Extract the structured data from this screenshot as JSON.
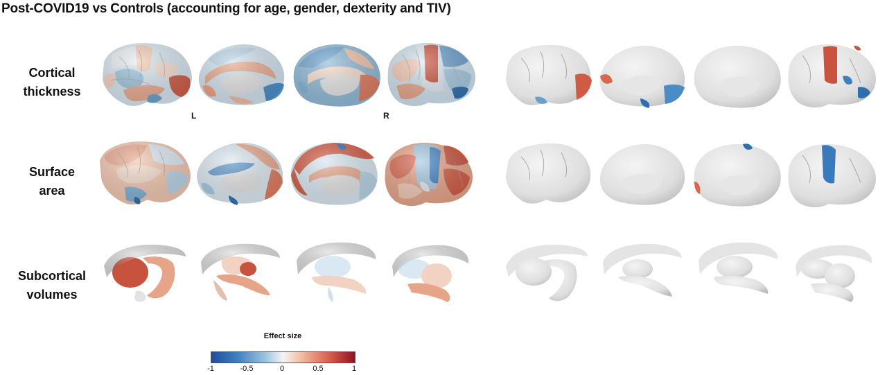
{
  "title": "Post-COVID19 vs Controls (accounting for age, gender, dexterity and TIV)",
  "rows": [
    {
      "line1": "Cortical",
      "line2": "thickness"
    },
    {
      "line1": "Surface",
      "line2": "area"
    },
    {
      "line1": "Subcortical",
      "line2": "volumes"
    }
  ],
  "hemisphere_labels": {
    "left": "L",
    "right": "R"
  },
  "colorbar": {
    "title": "Effect size",
    "ticks": [
      "-1",
      "-0.5",
      "0",
      "0.5",
      "1"
    ],
    "colors": {
      "min": "#1f4e9a",
      "mid": "#f4f4f4",
      "max": "#8e1324"
    }
  }
}
